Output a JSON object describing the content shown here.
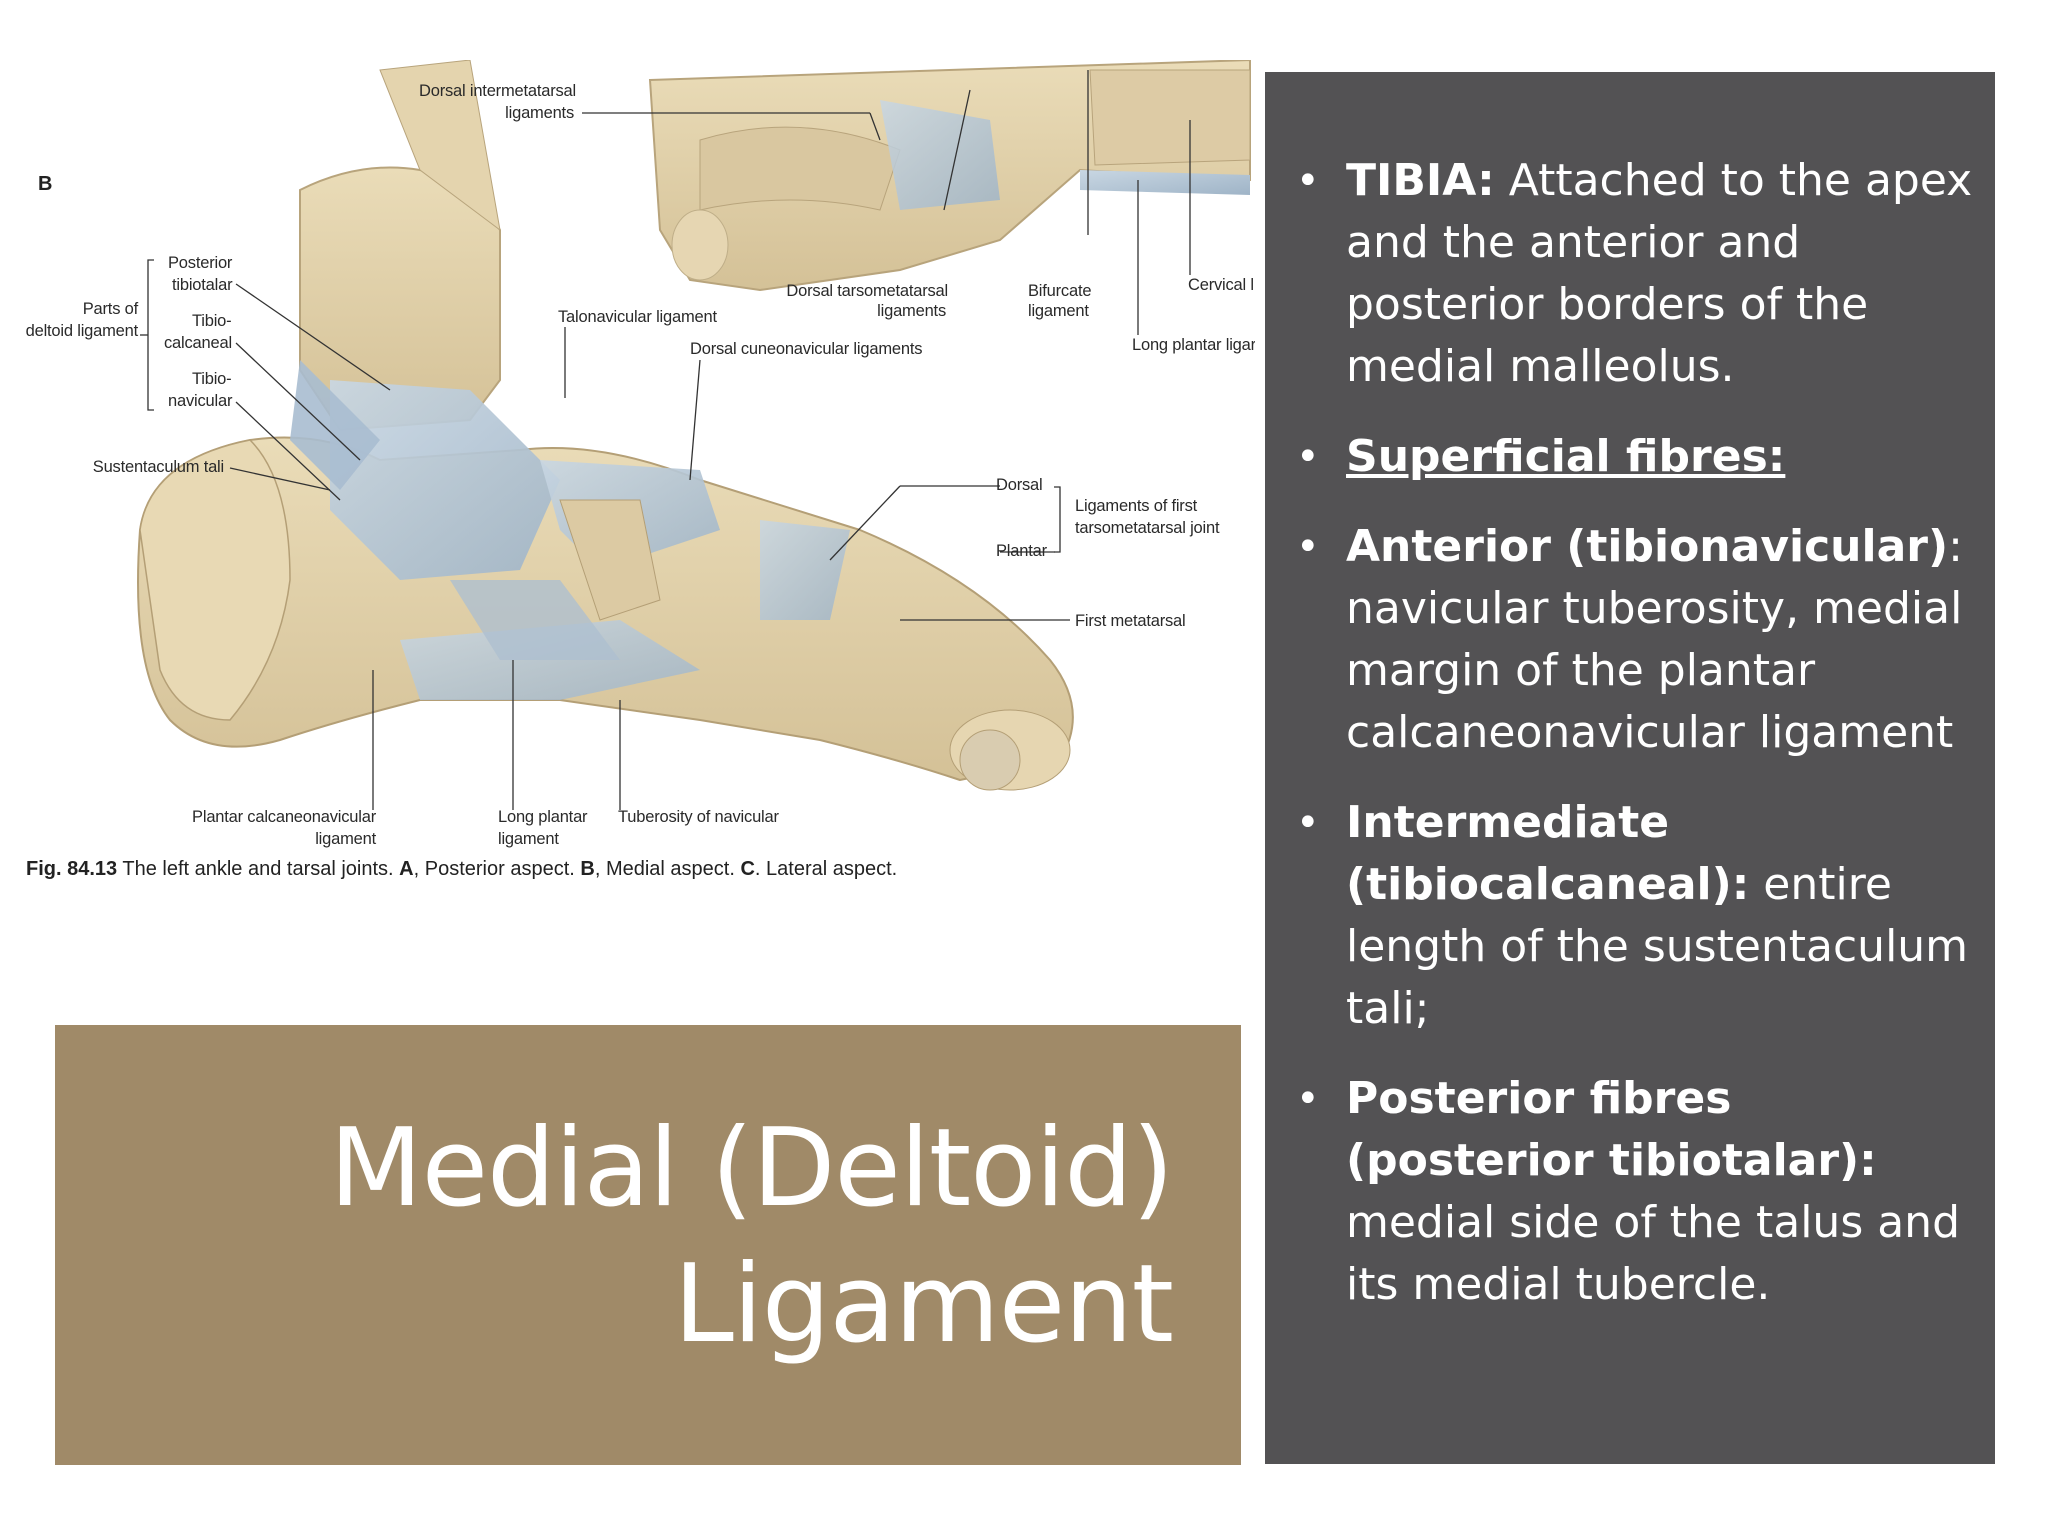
{
  "figure": {
    "panel_letter": "B",
    "labels": {
      "dorsal_intermetatarsal_1": "Dorsal intermetatarsal",
      "dorsal_intermetatarsal_2": "ligaments",
      "posterior_tibiotalar_1": "Posterior",
      "posterior_tibiotalar_2": "tibiotalar",
      "parts_of_1": "Parts of",
      "parts_of_2": "deltoid ligament",
      "tibiocalcaneal_1": "Tibio-",
      "tibiocalcaneal_2": "calcaneal",
      "tibionavicular_1": "Tibio-",
      "tibionavicular_2": "navicular",
      "sustentaculum": "Sustentaculum tali",
      "talonavicular": "Talonavicular ligament",
      "dorsal_tarsometatarsal_1": "Dorsal tarsometatarsal",
      "dorsal_tarsometatarsal_2": "ligaments",
      "bifurcate_1": "Bifurcate",
      "bifurcate_2": "ligament",
      "cervical": "Cervical l",
      "long_plantar_top": "Long plantar ligar",
      "dorsal_cuneonavicular": "Dorsal cuneonavicular ligaments",
      "dorsal": "Dorsal",
      "plantar": "Plantar",
      "first_tmt_1": "Ligaments of first",
      "first_tmt_2": "tarsometatarsal joint",
      "first_metatarsal": "First metatarsal",
      "plantar_calcaneonavicular_1": "Plantar calcaneonavicular",
      "plantar_calcaneonavicular_2": "ligament",
      "long_plantar_1": "Long plantar",
      "long_plantar_2": "ligament",
      "tuberosity_navicular": "Tuberosity of navicular"
    },
    "caption": {
      "fig_no": "Fig. 84.13",
      "text_a": " The left ankle and tarsal joints. ",
      "a": "A",
      "text_b": ", Posterior aspect. ",
      "b": "B",
      "text_c": ", Medial aspect. ",
      "c": "C",
      "text_d": ". Lateral aspect."
    }
  },
  "title": {
    "line1": "Medial (Deltoid)",
    "line2": "Ligament"
  },
  "bullets": [
    {
      "bold": "TIBIA:",
      "rest": " Attached to the apex and the anterior and posterior borders of the medial malleolus."
    },
    {
      "bold": "Superficial fibres:",
      "rest": ""
    },
    {
      "bold": "Anterior (tibionavicular)",
      "rest": ": navicular tuberosity, medial margin of the plantar calcaneonavicular ligament"
    },
    {
      "bold": "Intermediate (tibiocalcaneal):",
      "rest": " entire length of the sustentaculum tali;"
    },
    {
      "bold": "Posterior fibres (posterior tibiotalar):",
      "rest": " medial side of the talus and its medial tubercle."
    }
  ],
  "colors": {
    "title_box": "#a08a68",
    "dark_panel": "#535254",
    "bone": "#e2d2ac",
    "ligament": "#b8c9d8"
  }
}
